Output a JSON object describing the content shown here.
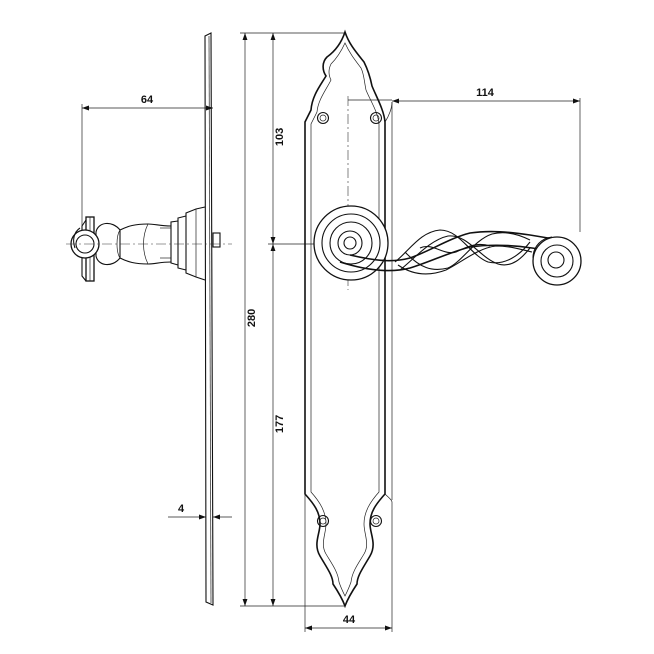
{
  "dimensions": {
    "side_projection": "64",
    "lever_length": "114",
    "upper_height": "103",
    "total_height": "280",
    "lower_height": "177",
    "plate_thickness": "4",
    "plate_width": "44"
  }
}
